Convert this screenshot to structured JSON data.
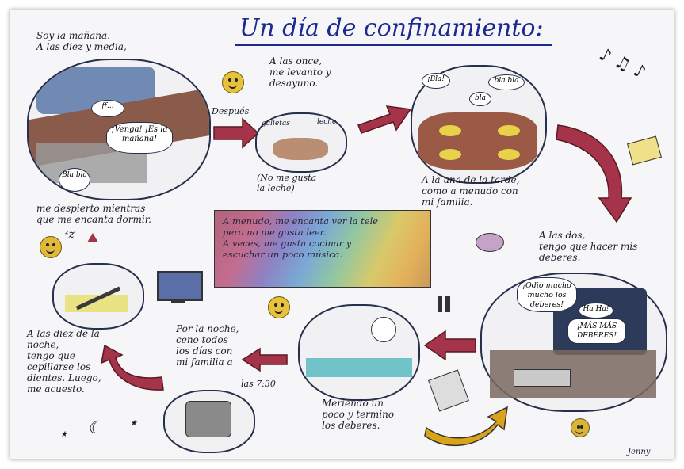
{
  "title": "Un día de confinamiento:",
  "captions": {
    "wake_top": "Soy la mañana.\nA las diez y media,",
    "wake_bottom": "me despierto mientras\nque me encanta dormir.",
    "eleven": "A las once,\nme levanto y\ndesayuno.",
    "despues": "Después",
    "no_leche": "(No me gusta\nla leche)",
    "lunch": "A la una de la tarde,\ncomo a menudo con\nmi familia.",
    "two": "A las dos,\ntengo que hacer mis\ndeberes.",
    "merienda": "Meriendo un\npoco y termino\nlos deberes.",
    "noche": "Por la noche,\nceno todos\nlos días con\nmi familia a",
    "hora": "las 7:30",
    "diez": "A las diez de la\nnoche,\ntengo que\ncepillarse los\ndientes. Luego,\nme acuesto.",
    "center": "A menudo, me encanta ver la tele\npero no me gusta leer.\nA veces, me gusta cocinar y\nescuchar un poco música.",
    "signature": "Jenny"
  },
  "bubbles": {
    "bed_ff": "ff...",
    "bed_voice": "¡Venga! ¡Es la mañana!",
    "bed_bla": "Bla bla",
    "galletas": "galletas",
    "leche": "leche",
    "bla1": "¡Bla!",
    "bla2": "bla bla",
    "bla3": "bla",
    "odio": "¡Odio mucho mucho los deberes!",
    "haha": "Ha Ha!",
    "mas": "¡MÁS MÁS DEBERES!"
  },
  "colors": {
    "title": "#1a2a8f",
    "arrow": "#a5344a",
    "arrow_yellow": "#d9a31a",
    "smiley": "#e8c23a"
  }
}
